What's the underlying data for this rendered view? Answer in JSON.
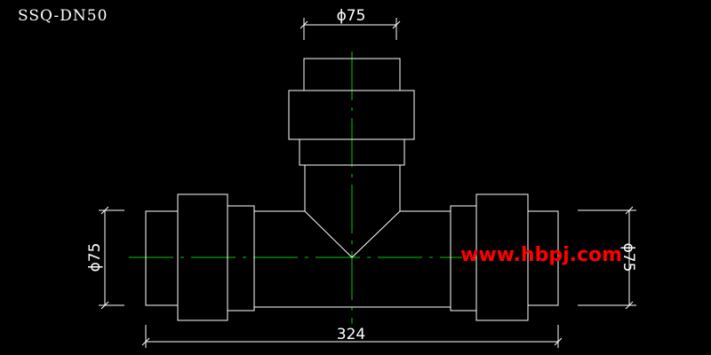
{
  "drawing": {
    "title": "SSQ-DN50",
    "dimensions": {
      "top_diameter": "ϕ75",
      "left_diameter": "ϕ75",
      "right_diameter": "ϕ75",
      "overall_length": "324"
    },
    "watermark": "www.hbpj.com"
  },
  "colors": {
    "background": "#000000",
    "outline": "#ffffff",
    "centerline": "#00cc00",
    "watermark": "#ff0000"
  }
}
